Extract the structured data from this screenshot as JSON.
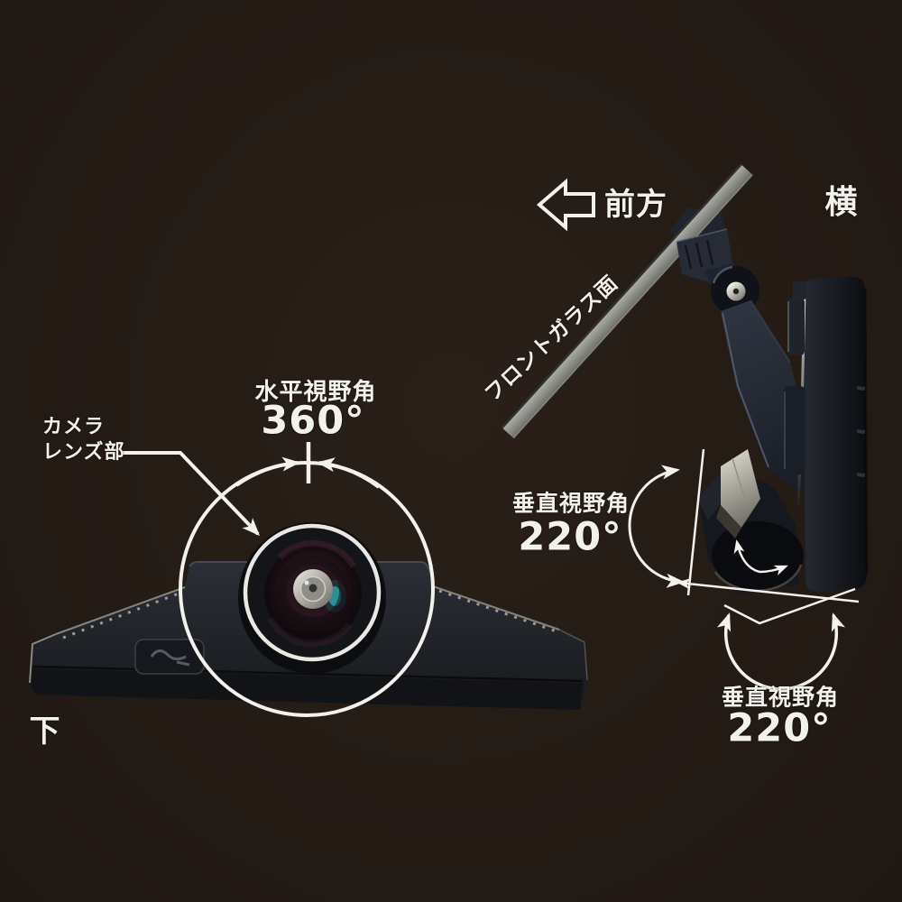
{
  "scene": {
    "colors": {
      "background": "#241b15",
      "annotation": "#f2f1ec",
      "body-dark": "#101114",
      "glass-bar": "#a8a8a2"
    }
  },
  "views": {
    "bottom_view": {
      "view_label": "下",
      "lens_label_line1": "カメラ",
      "lens_label_line2": "レンズ部",
      "horizontal_fov_title": "水平視野角",
      "horizontal_fov_value": "360°"
    },
    "side_view": {
      "view_label": "横",
      "direction_label": "前方",
      "windshield_label": "フロントガラス面",
      "vertical_fov_upper_title": "垂直視野角",
      "vertical_fov_upper_value": "220°",
      "vertical_fov_lower_title": "垂直視野角",
      "vertical_fov_lower_value": "220°"
    }
  }
}
